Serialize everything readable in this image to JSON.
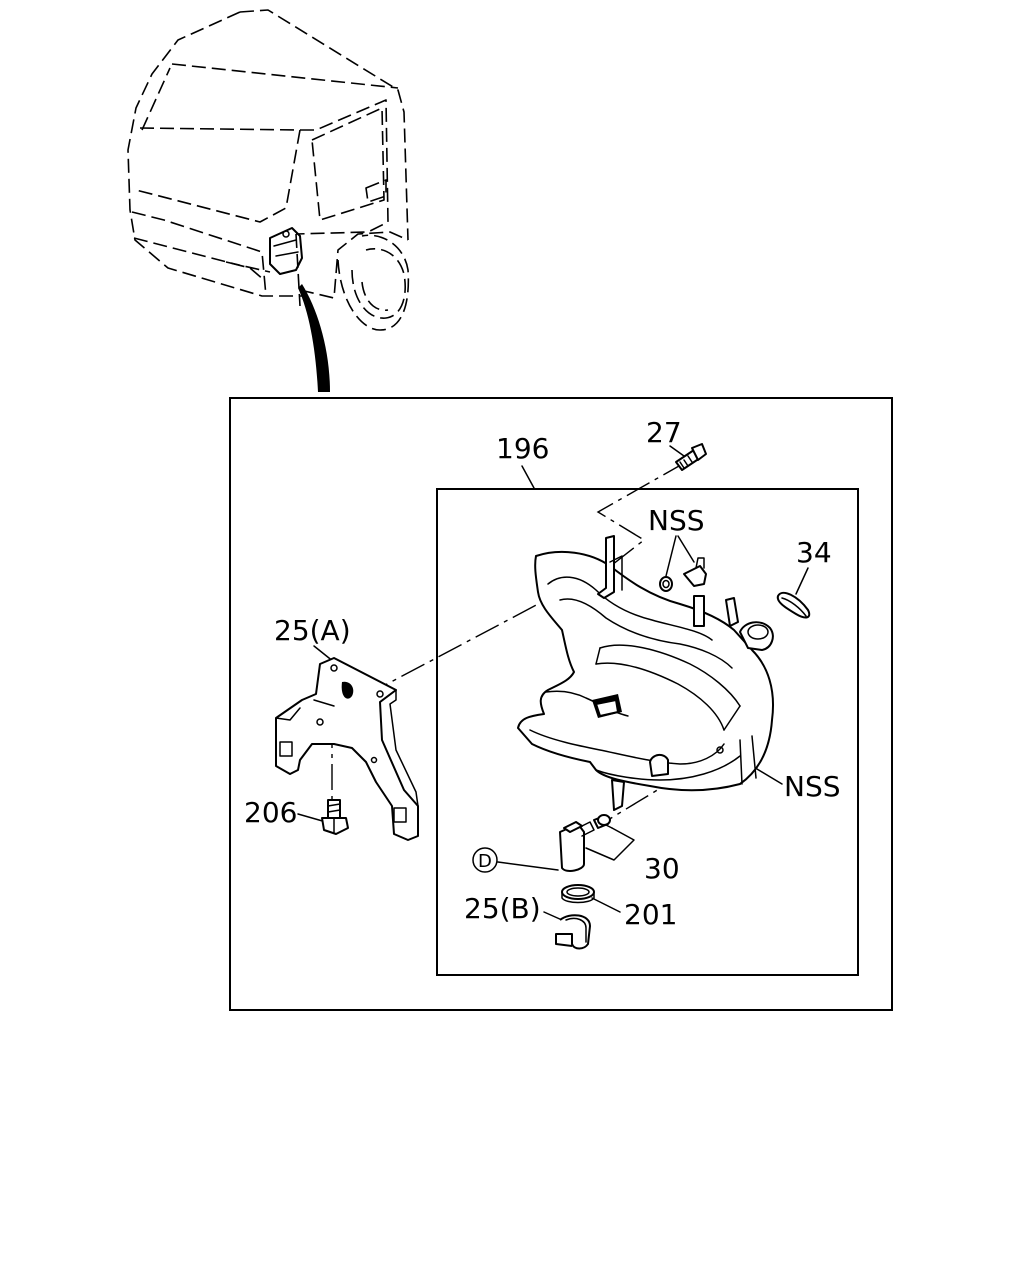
{
  "labels": {
    "part_196": "196",
    "part_27": "27",
    "nss_top": "NSS",
    "part_34": "34",
    "part_25a": "25(A)",
    "part_206": "206",
    "nss_right": "NSS",
    "part_30": "30",
    "circle_d": "D",
    "part_25b": "25(B)",
    "part_201": "201"
  }
}
